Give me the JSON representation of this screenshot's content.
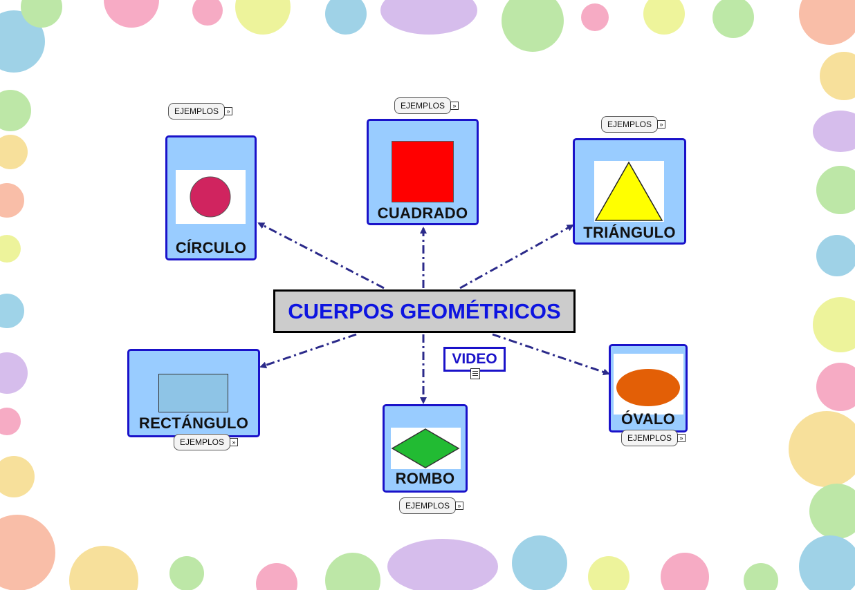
{
  "diagram": {
    "title": "CUERPOS GEOMÉTRICOS",
    "video_label": "VIDEO",
    "examples_label": "EJEMPLOS",
    "nodes": [
      {
        "id": "circulo",
        "label": "CÍRCULO",
        "shape": "circle",
        "fill": "#d0245f"
      },
      {
        "id": "cuadrado",
        "label": "CUADRADO",
        "shape": "square",
        "fill": "#ff0000"
      },
      {
        "id": "triangulo",
        "label": "TRIÁNGULO",
        "shape": "triangle",
        "fill": "#ffff00"
      },
      {
        "id": "rectangulo",
        "label": "RECTÁNGULO",
        "shape": "rectangle",
        "fill": "#8ec4e6"
      },
      {
        "id": "rombo",
        "label": "ROMBO",
        "shape": "rhombus",
        "fill": "#22bb33"
      },
      {
        "id": "ovalo",
        "label": "ÓVALO",
        "shape": "oval",
        "fill": "#e35f06"
      }
    ]
  },
  "colors": {
    "node_fill": "#99ccff",
    "node_border": "#1a12c9",
    "title_text": "#0d14e0",
    "connector": "#2b2a8a"
  }
}
